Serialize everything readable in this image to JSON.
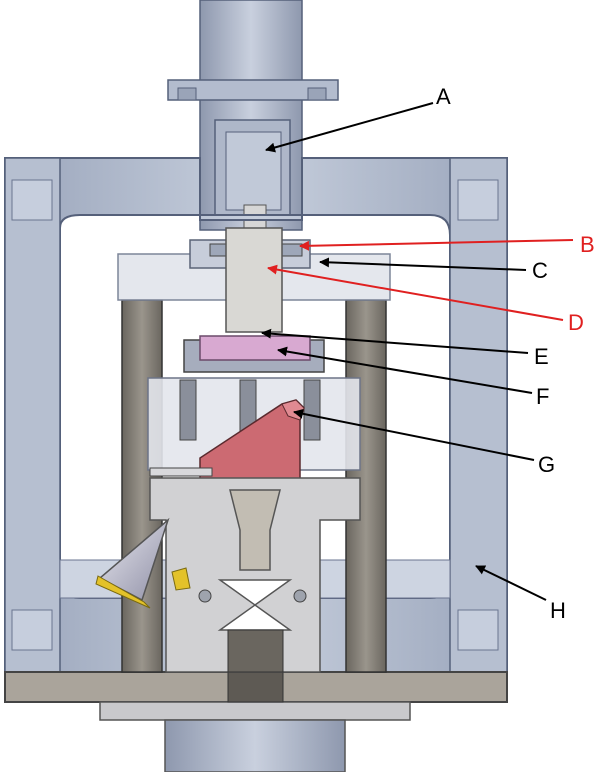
{
  "colors": {
    "frame": "#b9c2d3",
    "frame_dark": "#8f9ab0",
    "frame_light": "#d4dbe8",
    "base": "#a9a39a",
    "rod": "#7b7770",
    "metal_light": "#cfcfd2",
    "punch": "#d7d6d3",
    "sample": "#d9a7d3",
    "prism": "#cc6a72",
    "yellow": "#e3c22a",
    "black_leader": "#000000",
    "red_leader": "#e02020"
  },
  "labels": [
    {
      "id": "A",
      "text": "A",
      "color": "black"
    },
    {
      "id": "B",
      "text": "B",
      "color": "red"
    },
    {
      "id": "C",
      "text": "C",
      "color": "black"
    },
    {
      "id": "D",
      "text": "D",
      "color": "red"
    },
    {
      "id": "E",
      "text": "E",
      "color": "black"
    },
    {
      "id": "F",
      "text": "F",
      "color": "black"
    },
    {
      "id": "G",
      "text": "G",
      "color": "black"
    },
    {
      "id": "H",
      "text": "H",
      "color": "black"
    }
  ]
}
